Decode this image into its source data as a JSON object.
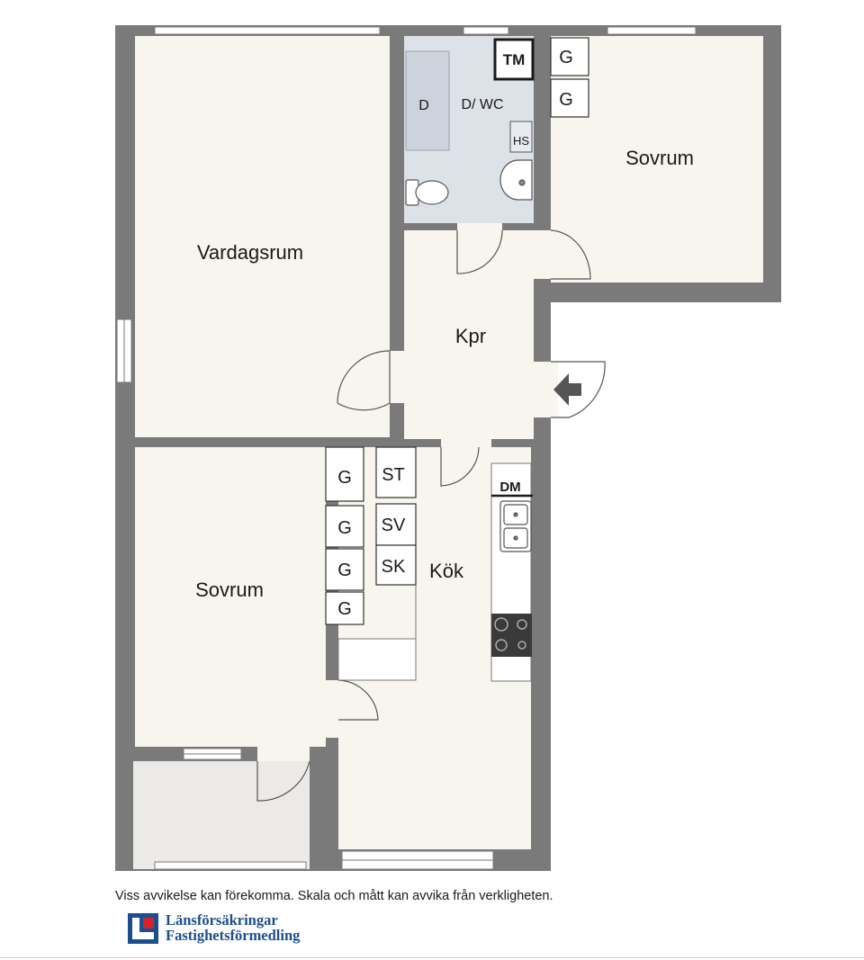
{
  "rooms": {
    "vardagsrum": "Vardagsrum",
    "dwc": "D/ WC",
    "sovrum_top": "Sovrum",
    "kpr": "Kpr",
    "sovrum_bottom": "Sovrum",
    "kok": "Kök"
  },
  "fixtures": {
    "tm": "TM",
    "d": "D",
    "hs": "HS",
    "dm": "DM",
    "st": "ST",
    "sv": "SV",
    "sk": "SK",
    "g": "G"
  },
  "footer": {
    "disclaimer": "Viss avvikelse kan förekomma. Skala och mått kan avvika från verkligheten.",
    "logo_line1": "Länsförsäkringar",
    "logo_line2": "Fastighetsförmedling"
  },
  "colors": {
    "wall": "#7a7a7a",
    "floor": "#f8f5ee",
    "bathroom": "#dde2e8",
    "brand": "#1b4e8f",
    "brand_red": "#d5232a"
  }
}
